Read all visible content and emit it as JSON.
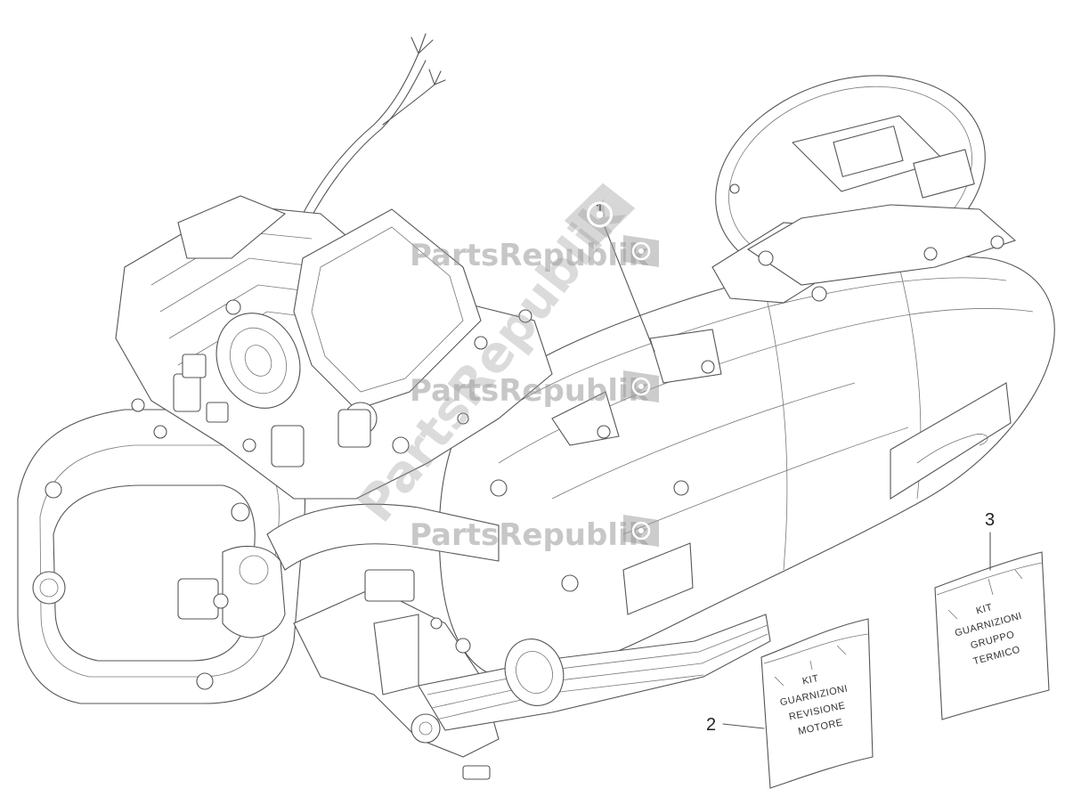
{
  "callouts": [
    {
      "label": "1"
    },
    {
      "label": "2"
    },
    {
      "label": "3"
    }
  ],
  "kits": [
    {
      "lines": [
        "KIT",
        "GUARNIZIONI",
        "REVISIONE",
        "MOTORE"
      ]
    },
    {
      "lines": [
        "KIT",
        "GUARNIZIONI",
        "GRUPPO",
        "TERMICO"
      ]
    }
  ],
  "watermark": {
    "brand": "PartsRepublik",
    "icon": "gear-flag-icon",
    "color": "#9a9a9a"
  },
  "colors": {
    "line": "#555555",
    "background": "#ffffff"
  }
}
